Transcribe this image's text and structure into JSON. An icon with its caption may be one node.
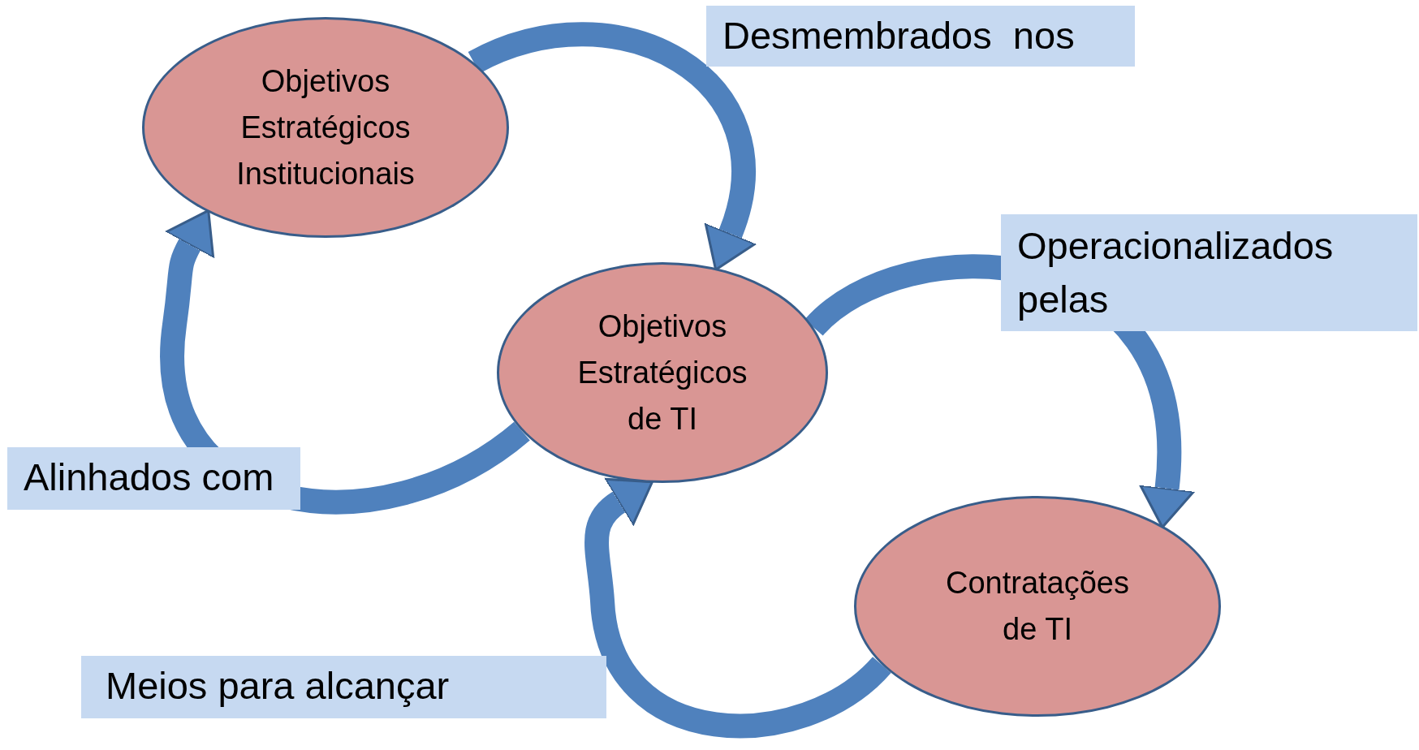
{
  "diagram": {
    "nodes": [
      {
        "text": [
          "Objetivos Estratégicos Institucionais"
        ]
      },
      {
        "text": [
          "Objetivos Estratégicos de TI"
        ]
      },
      {
        "text": [
          "Contratações de TI"
        ]
      }
    ],
    "edges": [
      {
        "from": 0,
        "to": 1,
        "arrow": "to",
        "label": "Desmembrados  nos"
      },
      {
        "from": 1,
        "to": 0,
        "arrow": "to",
        "label": "Alinhados com"
      },
      {
        "from": 1,
        "to": 2,
        "arrow": "to",
        "label": "Operacionalizados pelas"
      },
      {
        "from": 2,
        "to": 1,
        "arrow": "to",
        "label": "Meios para alcançar"
      }
    ]
  }
}
